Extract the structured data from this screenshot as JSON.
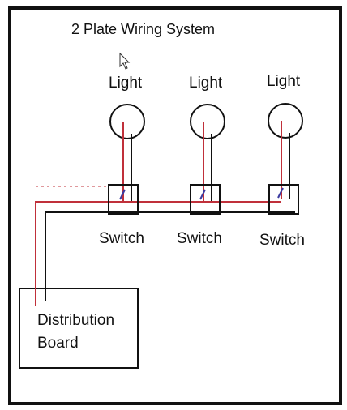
{
  "diagram": {
    "title": "2 Plate Wiring System",
    "lights": [
      {
        "label": "Light"
      },
      {
        "label": "Light"
      },
      {
        "label": "Light"
      }
    ],
    "switches": [
      {
        "label": "Switch"
      },
      {
        "label": "Switch"
      },
      {
        "label": "Switch"
      }
    ],
    "board": {
      "line1": "Distribution",
      "line2": "Board"
    },
    "colors": {
      "live": "#c0303a",
      "neutral": "#111111",
      "border": "#111111"
    }
  }
}
